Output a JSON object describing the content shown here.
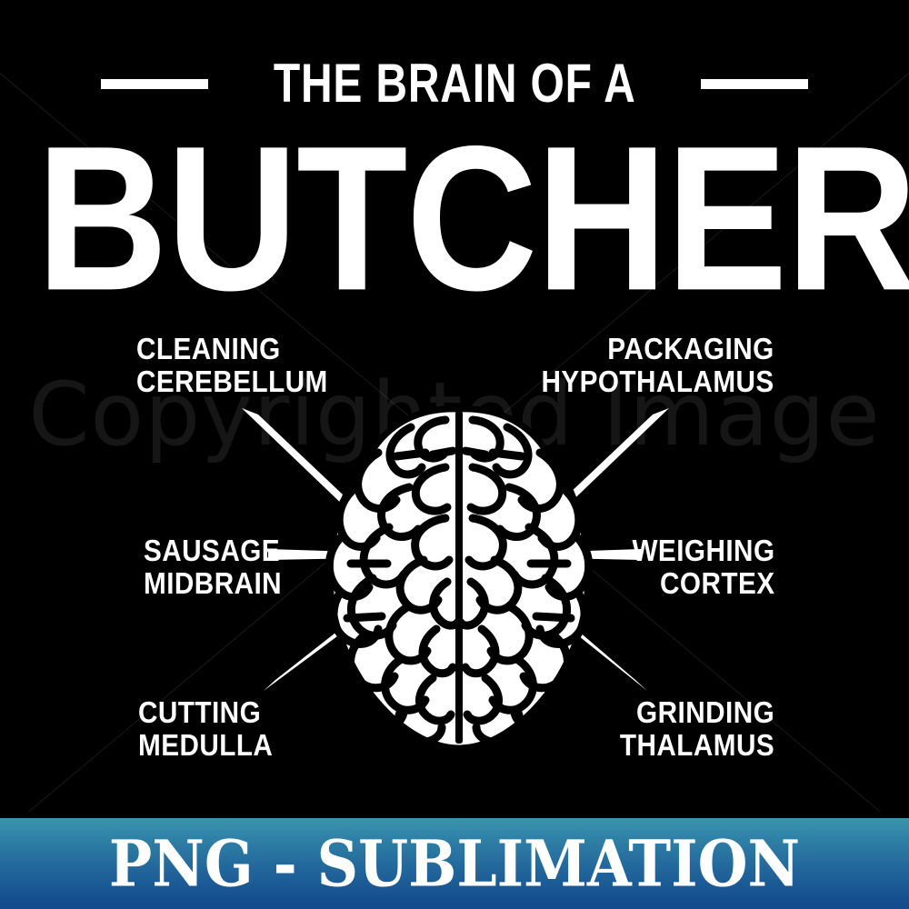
{
  "design": {
    "background_color": "#000000",
    "ink_color": "#ffffff",
    "watermark_text": "Copyrighted Image"
  },
  "header": {
    "kicker": "THE BRAIN OF A",
    "title": "BUTCHER"
  },
  "diagram": {
    "subject": "brain-top-view",
    "labels": [
      {
        "id": "cleaning-cerebellum",
        "line1": "CLEANING",
        "line2": "CEREBELLUM",
        "side": "left"
      },
      {
        "id": "sausage-midbrain",
        "line1": "SAUSAGE",
        "line2": "MIDBRAIN",
        "side": "left"
      },
      {
        "id": "cutting-medulla",
        "line1": "CUTTING",
        "line2": "MEDULLA",
        "side": "left"
      },
      {
        "id": "packaging-hypothalamus",
        "line1": "PACKAGING",
        "line2": "HYPOTHALAMUS",
        "side": "right"
      },
      {
        "id": "weighing-cortex",
        "line1": "WEIGHING",
        "line2": "CORTEX",
        "side": "right"
      },
      {
        "id": "grinding-thalamus",
        "line1": "GRINDING",
        "line2": "THALAMUS",
        "side": "right"
      }
    ]
  },
  "banner": {
    "text": "PNG - SUBLIMATION",
    "gradient_top": "#3a94ad",
    "gradient_bottom": "#144b8c"
  }
}
